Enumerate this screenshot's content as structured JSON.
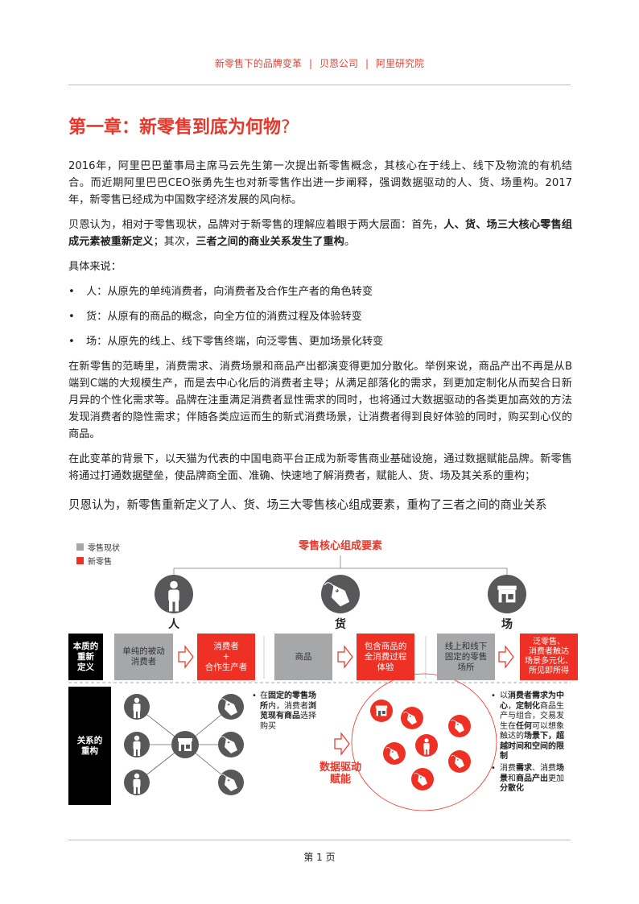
{
  "header": {
    "items": [
      "新零售下的品牌变革",
      "贝恩公司",
      "阿里研究院"
    ]
  },
  "title": {
    "main": "第一章：新零售到底为何物",
    "q": "?"
  },
  "body": {
    "p1": "2016年，阿里巴巴董事局主席马云先生第一次提出新零售概念，其核心在于线上、线下及物流的有机结合。而近期阿里巴巴CEO张勇先生也对新零售作出进一步阐释，强调数据驱动的人、货、场重构。2017年，新零售已经成为中国数字经济发展的风向标。",
    "p2a": "贝恩认为，相对于零售现状，品牌对于新零售的理解应着眼于两大层面：首先，",
    "p2b": "人、货、场三大核心零售组成元素被重新定义",
    "p2c": "；其次，",
    "p2d": "三者之间的商业关系发生了重构",
    "p2e": "。",
    "p3": "具体来说：",
    "bullets": [
      "人：从原先的单纯消费者，向消费者及合作生产者的角色转变",
      "货：从原有的商品的概念，向全方位的消费过程及体验转变",
      "场：从原先的线上、线下零售终端，向泛零售、更加场景化转变"
    ],
    "p4": "在新零售的范畴里，消费需求、消费场景和商品产出都演变得更加分散化。举例来说，商品产出不再是从B端到C端的大规模生产，而是去中心化后的消费者主导；从满足部落化的需求，到更加定制化从而契合日新月异的个性化需求等。品牌在注重满足消费者显性需求的同时，也将通过大数据驱动的各类更加高效的方法发现消费者的隐性需求；伴随各类应运而生的新式消费场景，让消费者得到良好体验的同时，购买到心仪的商品。",
    "p5": "在此变革的背景下，以天猫为代表的中国电商平台正成为新零售商业基础设施，通过数据赋能品牌。新零售将通过打通数据壁垒，使品牌商全面、准确、快速地了解消费者，赋能人、货、场及其关系的重构；",
    "lead": "贝恩认为，新零售重新定义了人、货、场三大零售核心组成要素，重构了三者之间的商业关系"
  },
  "diagram": {
    "legend": [
      {
        "label": "零售现状",
        "color": "#a6a7a9"
      },
      {
        "label": "新零售",
        "color": "#ee3124"
      }
    ],
    "title": "零售核心组成要素",
    "elements": [
      "人",
      "货",
      "场"
    ],
    "row1_label": "本质的\n重新\n定义",
    "row1": [
      [
        "单纯的被动\n消费者",
        "消费者\n+\n合作生产者"
      ],
      [
        "商品",
        "包含商品的\n全消费过程\n体验"
      ],
      [
        "线上和线下\n固定的零售\n场所",
        "泛零售、\n消费者触达\n场景多元化、\n所见即所得"
      ]
    ],
    "row2_label": "关系的\n重构",
    "left_note": [
      "在",
      "固定的零售场所",
      "内，消费者",
      "浏览现有商品",
      "选择购买"
    ],
    "middle_label": "数据驱动\n赋能",
    "right_note1": [
      "以",
      "消费者需求为中心",
      "，",
      "定制化",
      "商品生产与组合，交易发生在",
      "任何",
      "可以想象触达的",
      "场景下，超越时间和空间的限制"
    ],
    "right_note2": [
      "消费",
      "需求",
      "、消费",
      "场景",
      "和",
      "商品产出",
      "更加",
      "分散化"
    ]
  },
  "footer": {
    "page": "第 1 页"
  }
}
